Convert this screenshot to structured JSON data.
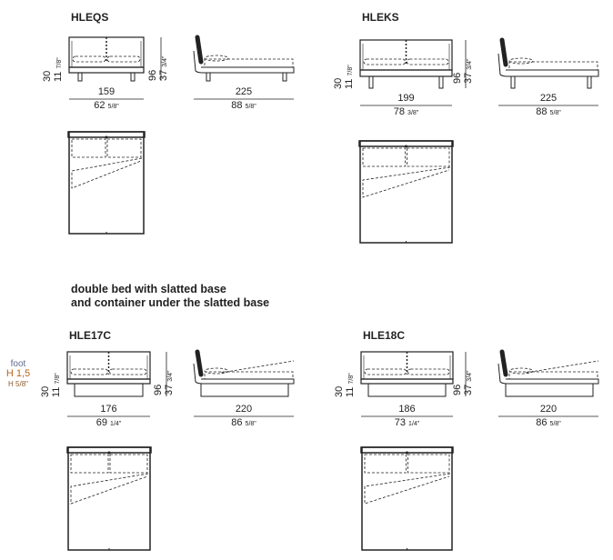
{
  "section_heading": [
    "double bed with slatted base",
    "and container under the slatted base"
  ],
  "foot_note": {
    "label": "foot",
    "cm": "H 1,5",
    "inch": "H 5/8\""
  },
  "colors": {
    "line": "#222222",
    "foot_label": "#5b6a8c",
    "foot_cm": "#b8651e"
  },
  "models": [
    {
      "code": "HLEQS",
      "container": false,
      "height_cm": "30",
      "height_in": "11",
      "height_in_frac": "7/8\"",
      "total_height_cm": "96",
      "total_height_in": "37",
      "total_height_in_frac": "3/4\"",
      "width_cm": "159",
      "width_in": "62",
      "width_in_frac": "5/8\"",
      "length_cm": "225",
      "length_in": "88",
      "length_in_frac": "5/8\""
    },
    {
      "code": "HLEKS",
      "container": false,
      "height_cm": "30",
      "height_in": "11",
      "height_in_frac": "7/8\"",
      "total_height_cm": "96",
      "total_height_in": "37",
      "total_height_in_frac": "3/4\"",
      "width_cm": "199",
      "width_in": "78",
      "width_in_frac": "3/8\"",
      "length_cm": "225",
      "length_in": "88",
      "length_in_frac": "5/8\""
    },
    {
      "code": "HLE17C",
      "container": true,
      "height_cm": "30",
      "height_in": "11",
      "height_in_frac": "7/8\"",
      "total_height_cm": "96",
      "total_height_in": "37",
      "total_height_in_frac": "3/4\"",
      "width_cm": "176",
      "width_in": "69",
      "width_in_frac": "1/4\"",
      "length_cm": "220",
      "length_in": "86",
      "length_in_frac": "5/8\""
    },
    {
      "code": "HLE18C",
      "container": true,
      "height_cm": "30",
      "height_in": "11",
      "height_in_frac": "7/8\"",
      "total_height_cm": "96",
      "total_height_in": "37",
      "total_height_in_frac": "3/4\"",
      "width_cm": "186",
      "width_in": "73",
      "width_in_frac": "1/4\"",
      "length_cm": "220",
      "length_in": "86",
      "length_in_frac": "5/8\""
    }
  ]
}
